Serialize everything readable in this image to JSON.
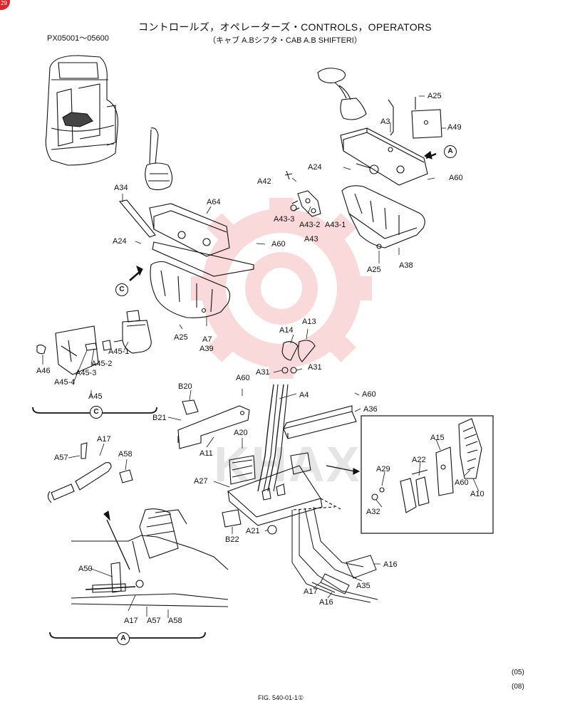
{
  "page_badge": "29",
  "title": "コントロールズ，オペレーターズ・CONTROLS，OPERATORS",
  "subtitle": "（キャブ A.Bシフタ・CAB A.B SHIFTERI）",
  "serial_range": "PX05001～05600",
  "footer": {
    "rev1": "(05)",
    "rev2": "(08)",
    "fig": "FIG. 540-01-1①"
  },
  "watermark": "KHAX",
  "views": {
    "A": "A",
    "C": "C"
  },
  "labels": {
    "a25_top": "A25",
    "a49": "A49",
    "a3": "A3",
    "a24_top": "A24",
    "a42": "A42",
    "a60_top": "A60",
    "a43_3": "A43-3",
    "a43_2": "A43-2",
    "a43_1": "A43-1",
    "a43": "A43",
    "a25_right": "A25",
    "a38": "A38",
    "a34": "A34",
    "a64": "A64",
    "a24_left": "A24",
    "a60_left": "A60",
    "a25_left": "A25",
    "a7": "A7",
    "a39": "A39",
    "a46": "A46",
    "a45_1": "A45-1",
    "a45_2": "A45-2",
    "a45_3": "A45-3",
    "a45_4": "A45-4",
    "a45": "A45",
    "a14": "A14",
    "a13": "A13",
    "a31_l": "A31",
    "a31_r": "A31",
    "a4": "A4",
    "a60_mid": "A60",
    "b20": "B20",
    "b21": "B21",
    "a11": "A11",
    "a20": "A20",
    "a60_r": "A60",
    "a36": "A36",
    "a17_top": "A17",
    "a57_top": "A57",
    "a58_top": "A58",
    "a27": "A27",
    "b22": "B22",
    "a21": "A21",
    "a15": "A15",
    "a22": "A22",
    "a29": "A29",
    "a60_box": "A60",
    "a32": "A32",
    "a10": "A10",
    "a16_r": "A16",
    "a35": "A35",
    "a17_b": "A17",
    "a16_b": "A16",
    "a50": "A50",
    "a17_bot": "A17",
    "a57_bot": "A57",
    "a58_bot": "A58"
  }
}
